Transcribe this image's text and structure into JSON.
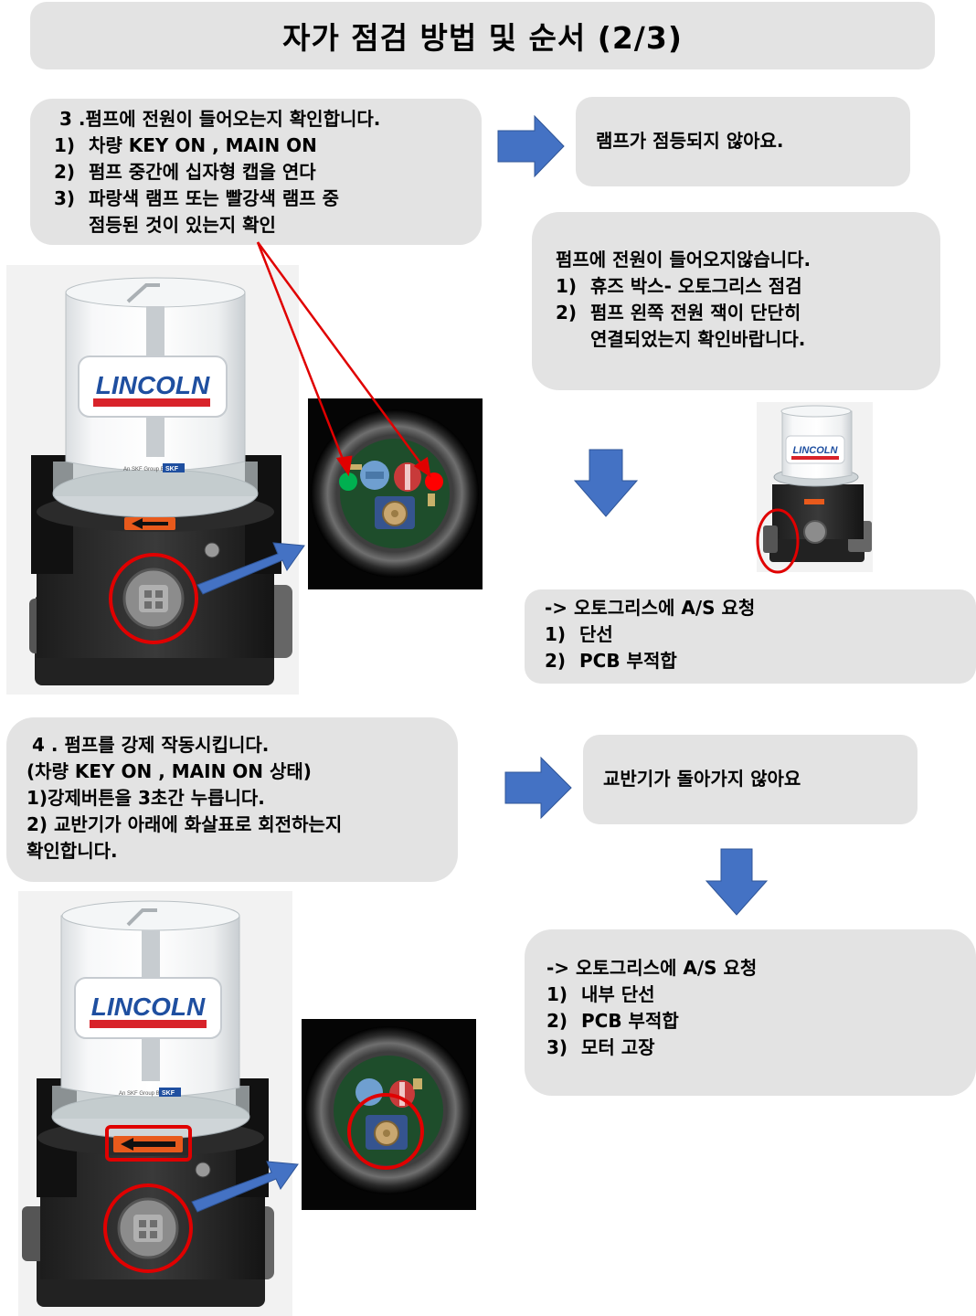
{
  "title": "자가 점검 방법 및 순서 (2/3)",
  "step3": {
    "heading": "3 .펌프에 전원이 들어오는지 확인합니다.",
    "items": [
      {
        "num": "1)",
        "text": "차량 KEY ON , MAIN ON"
      },
      {
        "num": "2)",
        "text": "펌프 중간에 십자형 캡을 연다"
      },
      {
        "num": "3)",
        "text": "파랑색 램프 또는 빨강색 램프 중"
      }
    ],
    "item3_cont": "점등된 것이 있는지 확인"
  },
  "lamp_off": "램프가 점등되지 않아요.",
  "no_power": {
    "heading": "펌프에 전원이 들어오지않습니다.",
    "items": [
      {
        "num": "1)",
        "text": "휴즈 박스- 오토그리스 점검"
      },
      {
        "num": "2)",
        "text": "펌프 왼쪽 전원 잭이 단단히"
      }
    ],
    "item2_cont": "연결되었는지 확인바랍니다."
  },
  "as_request_1": {
    "heading": "-> 오토그리스에 A/S 요청",
    "items": [
      {
        "num": "1)",
        "text": "단선"
      },
      {
        "num": "2)",
        "text": "PCB 부적합"
      }
    ]
  },
  "step4": {
    "lines": [
      "4 . 펌프를 강제 작동시킵니다.",
      "(차량 KEY ON , MAIN ON 상태)",
      "1)강제버튼을 3초간 누릅니다.",
      "2) 교반기가 아래에 화살표로 회전하는지",
      "확인합니다."
    ]
  },
  "agitator_off": "교반기가 돌아가지 않아요",
  "as_request_2": {
    "heading": "-> 오토그리스에 A/S 요청",
    "items": [
      {
        "num": "1)",
        "text": "내부 단선"
      },
      {
        "num": "2)",
        "text": "PCB 부적합"
      },
      {
        "num": "3)",
        "text": "모터 고장"
      }
    ]
  },
  "pump_brand": "LINCOLN",
  "pump_sub_brand": "An SKF Group Brand",
  "pump_skf": "SKF",
  "colors": {
    "box_bg": "#e3e3e3",
    "arrow_blue": "#4472c4",
    "highlight_red": "#e00000",
    "lamp_green": "#00b050",
    "lamp_red": "#ff0000"
  }
}
